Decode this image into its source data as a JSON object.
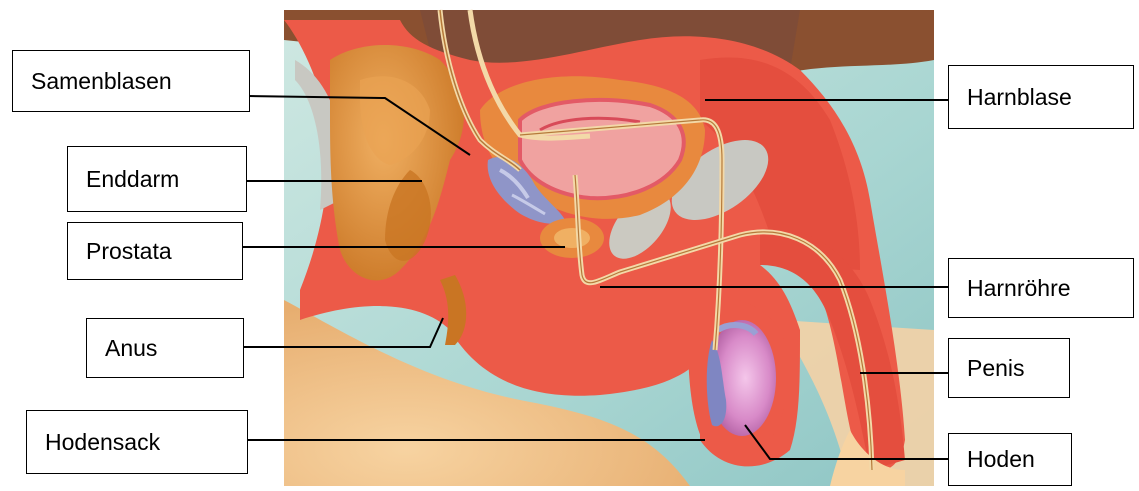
{
  "labels": {
    "samenblasen": "Samenblasen",
    "enddarm": "Enddarm",
    "prostata": "Prostata",
    "anus": "Anus",
    "hodensack": "Hodensack",
    "harnblase": "Harnblase",
    "harnroehre": "Harnröhre",
    "penis": "Penis",
    "hoden": "Hoden"
  },
  "colors": {
    "tissue": "#ec5a48",
    "tissue_dark": "#d44236",
    "organ_orange": "#d9822a",
    "organ_light": "#e9a352",
    "background_teal": "#a9d6d2",
    "skin": "#f2c48c",
    "testis": "#d88ac8",
    "seminal": "#8f95c8"
  }
}
